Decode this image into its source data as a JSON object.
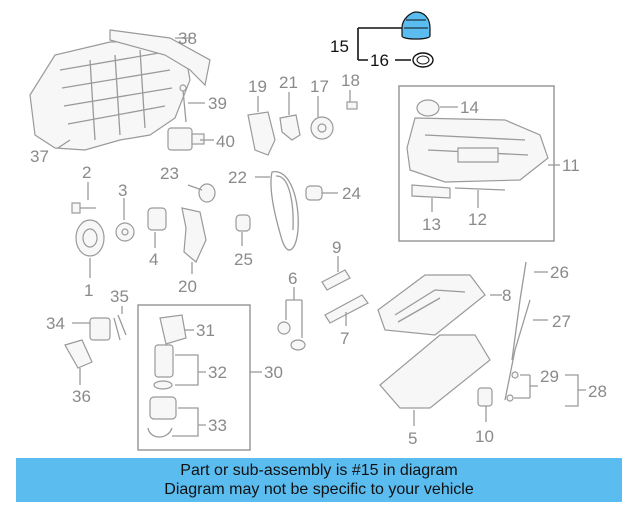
{
  "diagram": {
    "highlight_part": "15",
    "highlight_color": "#5bbcf0",
    "callouts": [
      "1",
      "2",
      "3",
      "4",
      "5",
      "6",
      "7",
      "8",
      "9",
      "10",
      "11",
      "12",
      "13",
      "14",
      "15",
      "16",
      "17",
      "18",
      "19",
      "20",
      "21",
      "22",
      "23",
      "24",
      "25",
      "26",
      "27",
      "28",
      "29",
      "30",
      "31",
      "32",
      "33",
      "34",
      "35",
      "36",
      "37",
      "38",
      "39",
      "40"
    ]
  },
  "banner": {
    "line1": "Part or sub-assembly is #15 in diagram",
    "line2": "Diagram may not be specific to your vehicle",
    "background": "#5bbcf0"
  }
}
